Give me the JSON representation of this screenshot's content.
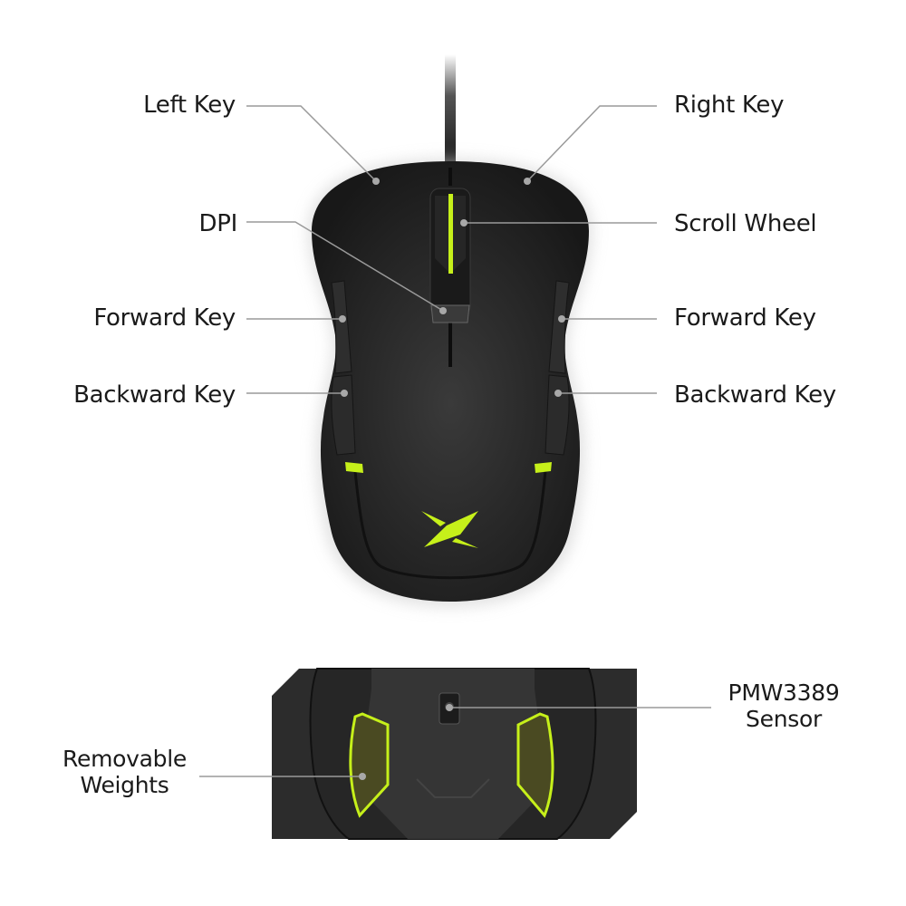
{
  "colors": {
    "background": "#ffffff",
    "mouse_body": "#232323",
    "accent_green": "#c6f01a",
    "leader_line": "#9a9a9a",
    "weight_fill": "#4a4a22",
    "text": "#1a1a1a"
  },
  "top_view": {
    "labels": {
      "left_key": "Left Key",
      "right_key": "Right Key",
      "dpi": "DPI",
      "scroll_wheel": "Scroll Wheel",
      "forward_key_left": "Forward Key",
      "forward_key_right": "Forward Key",
      "backward_key_left": "Backward Key",
      "backward_key_right": "Backward Key"
    },
    "logo_icon": "x-logo-icon"
  },
  "bottom_view": {
    "labels": {
      "removable_weights": "Removable\nWeights",
      "sensor": "PMW3389\nSensor"
    }
  }
}
